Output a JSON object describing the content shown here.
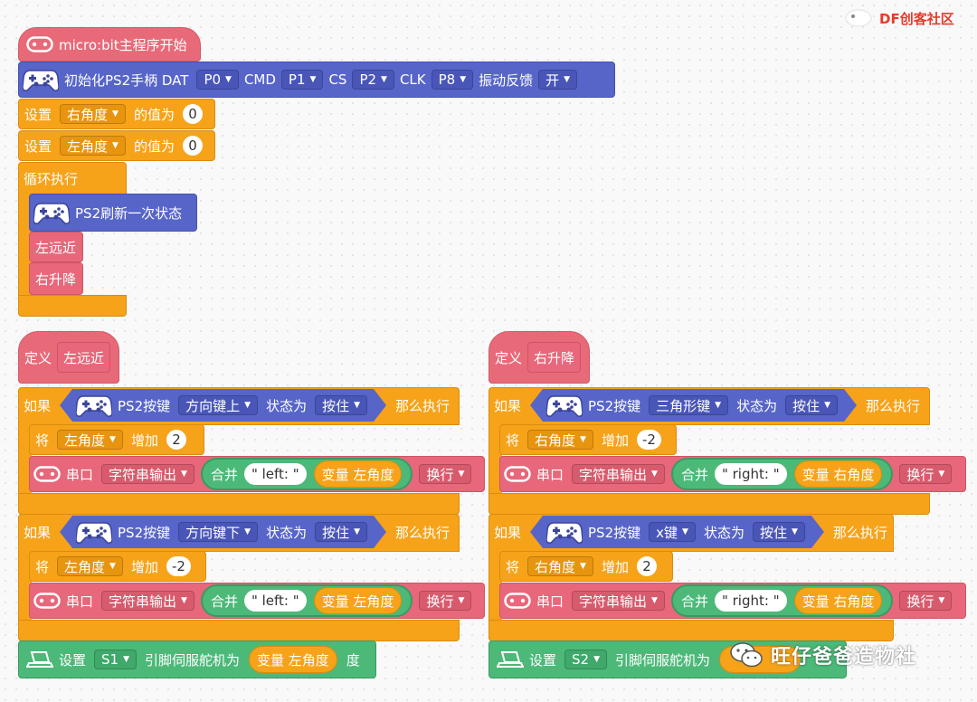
{
  "brand": {
    "logo_text": "DF创客社区",
    "watermark": "旺仔爸爸造物社"
  },
  "main": {
    "hat": "micro:bit主程序开始",
    "init": {
      "label": "初始化PS2手柄 DAT",
      "dat": "P0",
      "cmd_label": "CMD",
      "cmd": "P1",
      "cs_label": "CS",
      "cs": "P2",
      "clk_label": "CLK",
      "clk": "P8",
      "vib_label": "振动反馈",
      "vib": "开"
    },
    "set1": {
      "label": "设置",
      "var": "右角度",
      "value_label": "的值为",
      "value": "0"
    },
    "set2": {
      "label": "设置",
      "var": "左角度",
      "value_label": "的值为",
      "value": "0"
    },
    "loop": "循环执行",
    "refresh": "PS2刷新一次状态",
    "call1": "左远近",
    "call2": "右升降"
  },
  "left_func": {
    "define": "定义",
    "name": "左远近",
    "if1": {
      "if": "如果",
      "ps2": "PS2按键",
      "key": "方向键上",
      "state_label": "状态为",
      "state": "按住",
      "then": "那么执行",
      "change": {
        "label": "将",
        "var": "左角度",
        "op": "增加",
        "value": "2"
      },
      "serial": {
        "label": "串口",
        "mode": "字符串输出",
        "join": "合并",
        "str": "\" left: \"",
        "var_label": "变量 左角度",
        "newline": "换行"
      }
    },
    "if2": {
      "if": "如果",
      "ps2": "PS2按键",
      "key": "方向键下",
      "state_label": "状态为",
      "state": "按住",
      "then": "那么执行",
      "change": {
        "label": "将",
        "var": "左角度",
        "op": "增加",
        "value": "-2"
      },
      "serial": {
        "label": "串口",
        "mode": "字符串输出",
        "join": "合并",
        "str": "\" left: \"",
        "var_label": "变量 左角度",
        "newline": "换行"
      }
    },
    "servo": {
      "label": "设置",
      "pin": "S1",
      "mid": "引脚伺服舵机为",
      "var_label": "变量 左角度",
      "unit": "度"
    }
  },
  "right_func": {
    "define": "定义",
    "name": "右升降",
    "if1": {
      "if": "如果",
      "ps2": "PS2按键",
      "key": "三角形键",
      "state_label": "状态为",
      "state": "按住",
      "then": "那么执行",
      "change": {
        "label": "将",
        "var": "右角度",
        "op": "增加",
        "value": "-2"
      },
      "serial": {
        "label": "串口",
        "mode": "字符串输出",
        "join": "合并",
        "str": "\" right: \"",
        "var_label": "变量 右角度",
        "newline": "换行"
      }
    },
    "if2": {
      "if": "如果",
      "ps2": "PS2按键",
      "key": "x键",
      "state_label": "状态为",
      "state": "按住",
      "then": "那么执行",
      "change": {
        "label": "将",
        "var": "右角度",
        "op": "增加",
        "value": "2"
      },
      "serial": {
        "label": "串口",
        "mode": "字符串输出",
        "join": "合并",
        "str": "\" right: \"",
        "var_label": "变量 右角度",
        "newline": "换行"
      }
    },
    "servo": {
      "label": "设置",
      "pin": "S2",
      "mid": "引脚伺服舵机为"
    }
  }
}
